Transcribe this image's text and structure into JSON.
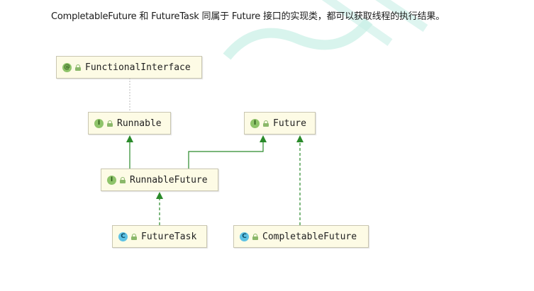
{
  "caption": "CompletableFuture 和 FutureTask 同属于 Future 接口的实现类，都可以获取线程的执行结果。",
  "nodes": {
    "functional_interface": {
      "badge": "@",
      "name": "FunctionalInterface"
    },
    "runnable": {
      "badge": "I",
      "name": "Runnable"
    },
    "future": {
      "badge": "I",
      "name": "Future"
    },
    "runnable_future": {
      "badge": "I",
      "name": "RunnableFuture"
    },
    "future_task": {
      "badge": "C",
      "name": "FutureTask"
    },
    "completable_future": {
      "badge": "C",
      "name": "CompletableFuture"
    }
  },
  "colors": {
    "edge": "#2a8a2a",
    "node_fill": "#fdfbe5",
    "interface_badge": "#8fc46a",
    "class_badge": "#5ec2e4"
  }
}
